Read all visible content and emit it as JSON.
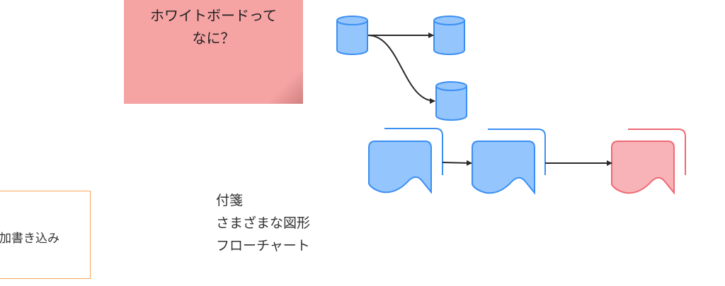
{
  "sticky_note": {
    "line1": "ホワイトボードって",
    "line2": "なに？"
  },
  "text_box": {
    "label": "加書き込み"
  },
  "feature_list": [
    "付箋",
    "さまざまな図形",
    "フローチャート"
  ],
  "colors": {
    "shape_blue": "#94c5fd",
    "stroke_blue": "#3b8ff2",
    "shape_red": "#f8b3b8",
    "stroke_red": "#ef6a73",
    "sticky": "#f5a3a3",
    "box_border": "#f7a25a"
  }
}
